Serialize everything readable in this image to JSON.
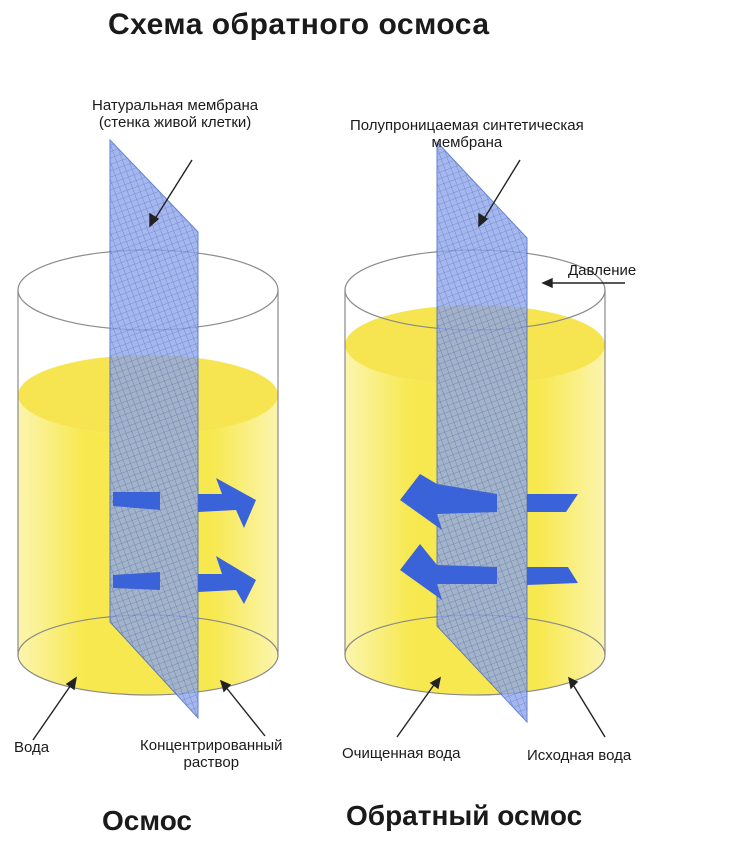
{
  "title": "Схема обратного осмоса",
  "left_panel": {
    "membrane_label_line1": "Натуральная мембрана",
    "membrane_label_line2": "(стенка живой клетки)",
    "left_label": "Вода",
    "right_label_line1": "Концентрированный",
    "right_label_line2": "раствор",
    "caption": "Осмос"
  },
  "right_panel": {
    "membrane_label_line1": "Полупроницаемая синтетическая",
    "membrane_label_line2": "мембрана",
    "pressure_label": "Давление",
    "left_label": "Очищенная вода",
    "right_label": "Исходная вода",
    "caption": "Обратный осмос"
  },
  "colors": {
    "liquid": "#f7e84a",
    "membrane": "#5b7fd6",
    "arrow": "#3b63d9",
    "outline": "#8a8a8a"
  }
}
